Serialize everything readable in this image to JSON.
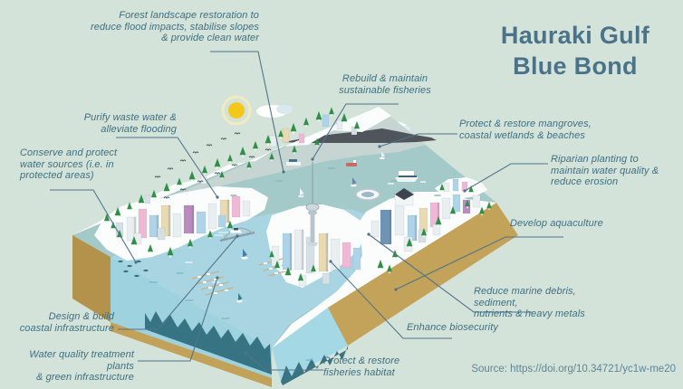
{
  "title": {
    "text": "Hauraki Gulf\nBlue Bond"
  },
  "source": {
    "text": "Source: https://doi.org/10.34721/yc1w-me20"
  },
  "labels": {
    "forest_restoration": {
      "text": "Forest landscape restoration to\nreduce flood impacts, stabilise slopes\n& provide clean water"
    },
    "purify_waste_water": {
      "text": "Purify waste water &\nalleviate flooding"
    },
    "conserve_water_sources": {
      "text": "Conserve and protect\nwater sources (i.e. in\nprotected areas)"
    },
    "rebuild_fisheries": {
      "text": "Rebuild & maintain\nsustainable fisheries"
    },
    "mangroves_wetlands": {
      "text": "Protect & restore mangroves,\ncoastal wetlands & beaches"
    },
    "riparian_planting": {
      "text": "Riparian planting to\nmaintain water quality &\nreduce erosion"
    },
    "develop_aquaculture": {
      "text": "Develop aquaculture"
    },
    "reduce_marine_debris": {
      "text": "Reduce marine debris, sediment,\nnutrients & heavy metals"
    },
    "enhance_biosecurity": {
      "text": "Enhance biosecurity"
    },
    "fisheries_habitat": {
      "text": "Protect & restore\nfisheries habitat"
    },
    "water_quality_plants": {
      "text": "Water quality treatment plants\n& green infrastructure"
    },
    "coastal_infrastructure": {
      "text": "Design & build\ncoastal infrastructure"
    }
  },
  "colors": {
    "background": "#d4e3da",
    "title_text": "#4a7389",
    "label_text": "#3e6f80",
    "leader_line": "#51738a",
    "open_sea": "#a3c9c9",
    "far_sea": "#c6d5d1",
    "inner_harbour": "#a8d5e1",
    "land_block_side": "#c2a158",
    "underwater_face": "#9ed2df",
    "seaweed": "#2e6b7c",
    "tree_green": "#2f8f47",
    "sun_yellow": "#f4c81b"
  },
  "illustration": {
    "description": "Isometric cut-away diorama of the Hauraki Gulf with Auckland city, forests, harbour and sea life",
    "elements": [
      "sun-icon",
      "cloud-icon",
      "bird-flock",
      "rangitoto-island-silhouette",
      "open-sea",
      "inner-harbour",
      "forest-strip",
      "city-buildings",
      "sky-tower",
      "harbour-bridge",
      "stadium",
      "marina-jetties",
      "ferry-boat",
      "sailboats",
      "speedboat",
      "fish-silhouettes",
      "seaweed-silhouettes",
      "cut-away-land-block"
    ]
  }
}
